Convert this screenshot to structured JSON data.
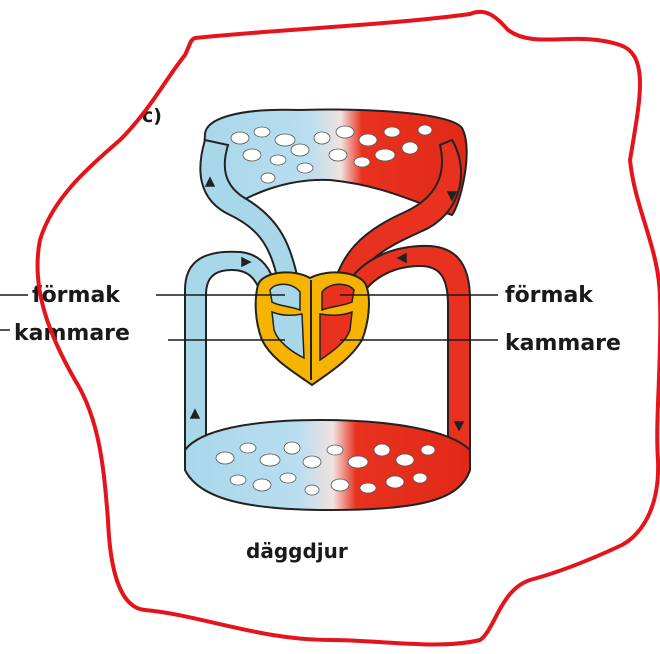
{
  "diagram": {
    "panel_letter": "c)",
    "caption": "däggdjur",
    "labels": {
      "left_atrium": "förmak",
      "left_ventricle": "kammare",
      "right_atrium": "förmak",
      "right_ventricle": "kammare"
    },
    "colors": {
      "oxygen_poor": "#a9d7ea",
      "oxygen_rich": "#e8321f",
      "heart_tissue": "#f6b400",
      "vessel_outline": "#222222",
      "annotation_loop": "#e4141b"
    }
  }
}
